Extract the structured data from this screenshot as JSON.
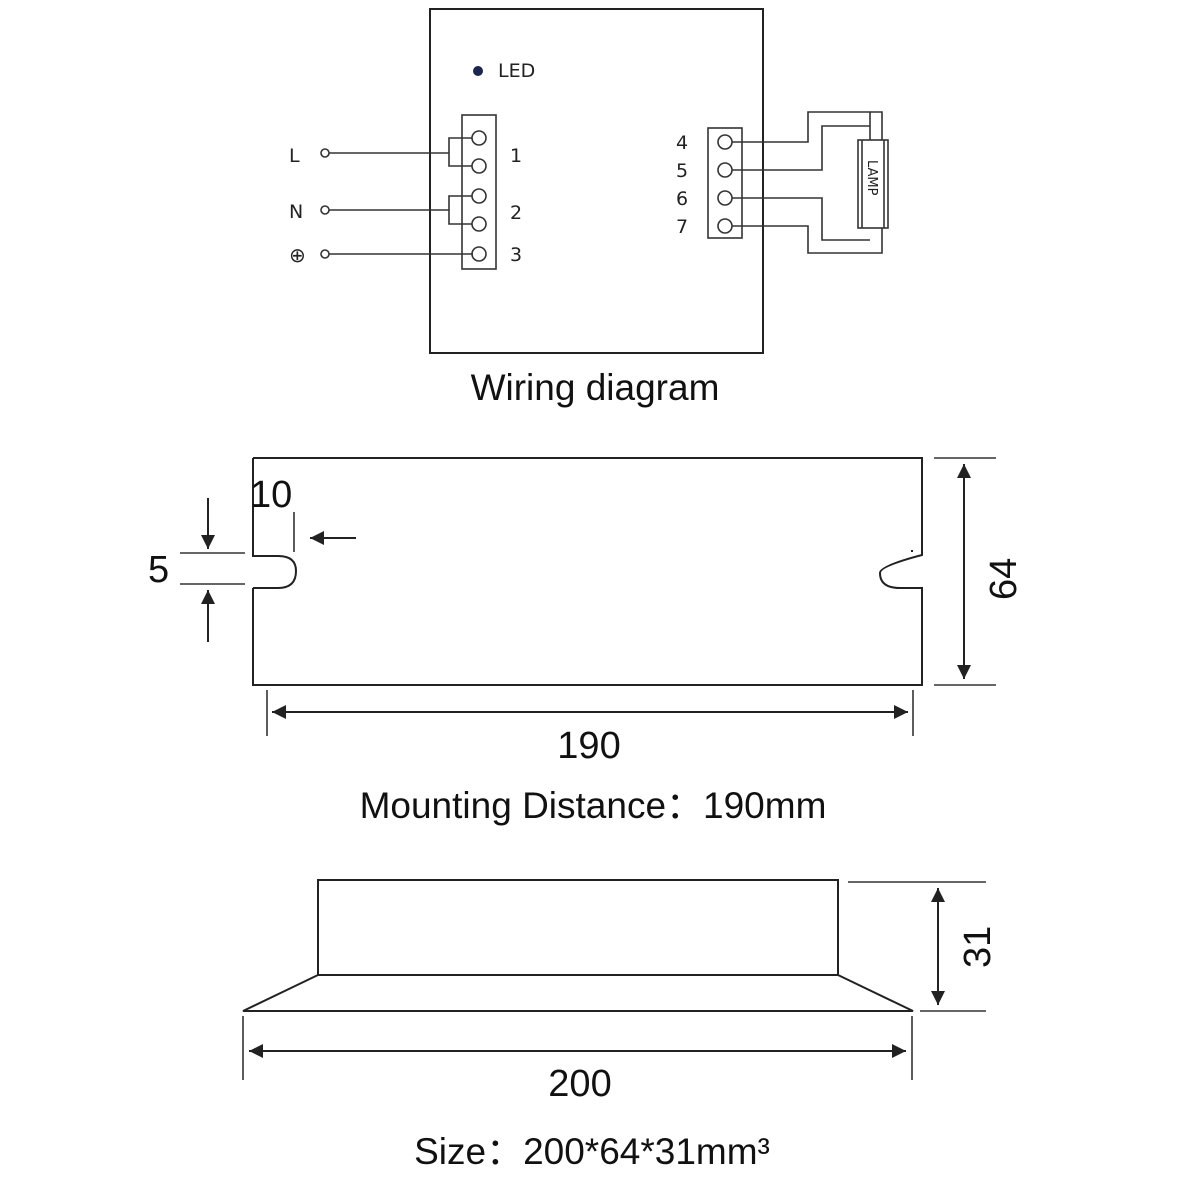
{
  "wiring": {
    "led_label": "LED",
    "inputs": {
      "L": "L",
      "N": "N",
      "ground": "⊕"
    },
    "terminals_left": [
      "1",
      "2",
      "3"
    ],
    "terminals_right": [
      "4",
      "5",
      "6",
      "7"
    ],
    "lamp_label": "LAMP",
    "caption": "Wiring diagram"
  },
  "mounting_view": {
    "dim_slot_offset": "10",
    "dim_slot_width": "5",
    "dim_height": "64",
    "dim_mounting": "190",
    "caption": "Mounting  Distance：190mm"
  },
  "side_view": {
    "dim_height": "31",
    "dim_length": "200",
    "caption": "Size：200*64*31mm³"
  },
  "colors": {
    "line": "#222222",
    "led_dot": "#1a2550"
  }
}
